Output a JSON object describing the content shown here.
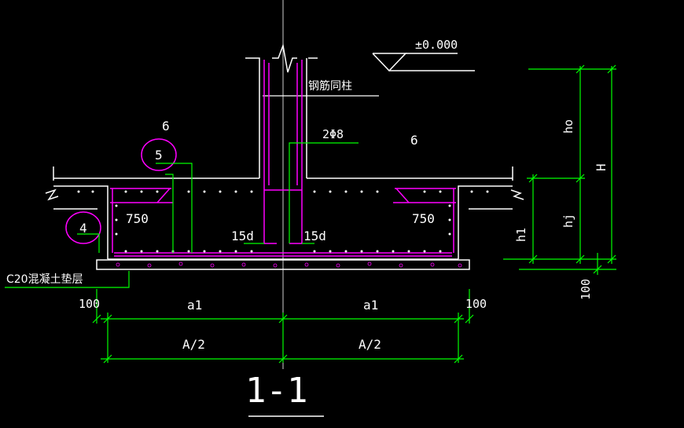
{
  "drawing": {
    "elevation": "±0.000",
    "column_note": "钢筋同柱",
    "rebar": "2Φ8",
    "mark_6_left": "6",
    "mark_6_right": "6",
    "mark_5": "5",
    "mark_4": "4",
    "len_750_left": "750",
    "len_750_right": "750",
    "anchor_left": "15d",
    "anchor_right": "15d",
    "cushion": "C20混凝土垫层",
    "dim_100_left": "100",
    "dim_100_right": "100",
    "dim_a1_left": "a1",
    "dim_a1_right": "a1",
    "dim_a2_left": "A/2",
    "dim_a2_right": "A/2",
    "dim_ho": "ho",
    "dim_H": "H",
    "dim_hj": "hj",
    "dim_h1": "h1",
    "dim_100_bottom": "100",
    "section_title": "1-1"
  },
  "colors": {
    "background": "#000000",
    "structure": "#ffffff",
    "rebar": "#ff00ff",
    "dimension": "#00ff00",
    "highlight": "#ff00ff"
  }
}
